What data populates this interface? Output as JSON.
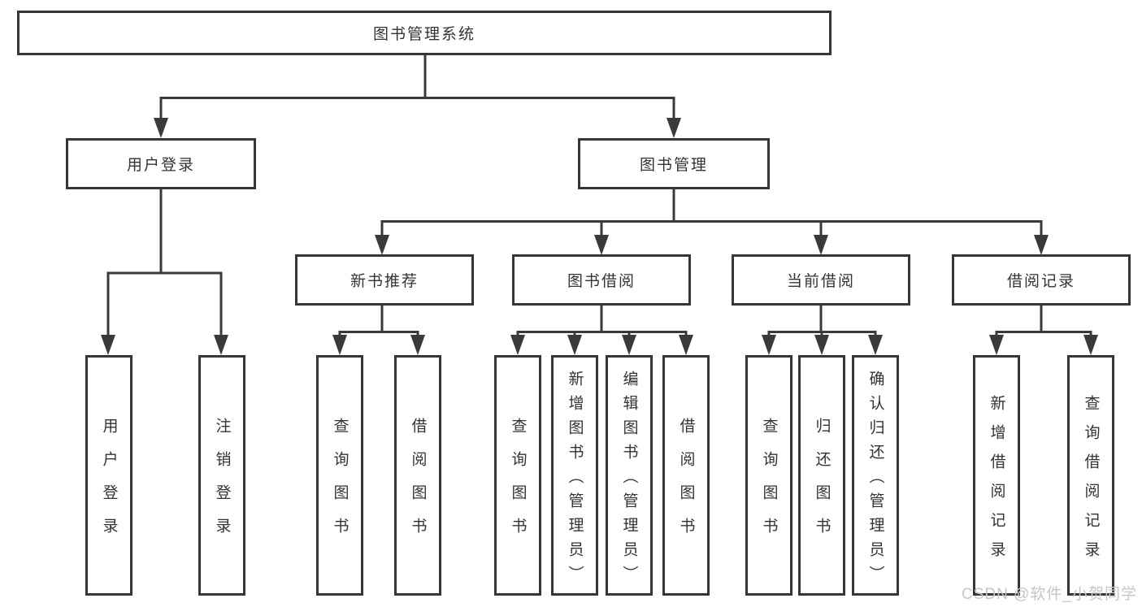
{
  "diagram": {
    "root": {
      "label": "图书管理系统",
      "children": [
        {
          "label": "用户登录",
          "children": [
            {
              "label": "用户登录"
            },
            {
              "label": "注销登录"
            }
          ]
        },
        {
          "label": "图书管理",
          "children": [
            {
              "label": "新书推荐",
              "children": [
                {
                  "label": "查询图书"
                },
                {
                  "label": "借阅图书"
                }
              ]
            },
            {
              "label": "图书借阅",
              "children": [
                {
                  "label": "查询图书"
                },
                {
                  "label": "新增图书（管理员）"
                },
                {
                  "label": "编辑图书（管理员）"
                },
                {
                  "label": "借阅图书"
                }
              ]
            },
            {
              "label": "当前借阅",
              "children": [
                {
                  "label": "查询图书"
                },
                {
                  "label": "归还图书"
                },
                {
                  "label": "确认归还（管理员）"
                }
              ]
            },
            {
              "label": "借阅记录",
              "children": [
                {
                  "label": "新增借阅记录"
                },
                {
                  "label": "查询借阅记录"
                }
              ]
            }
          ]
        }
      ]
    }
  },
  "colors": {
    "line": "#3a3a3a",
    "box_border": "#363636",
    "box_fill": "#ffffff",
    "text": "#333333",
    "watermark": "#c6c6c6"
  },
  "watermark": {
    "text": "CSDN @软件_小贺同学"
  }
}
